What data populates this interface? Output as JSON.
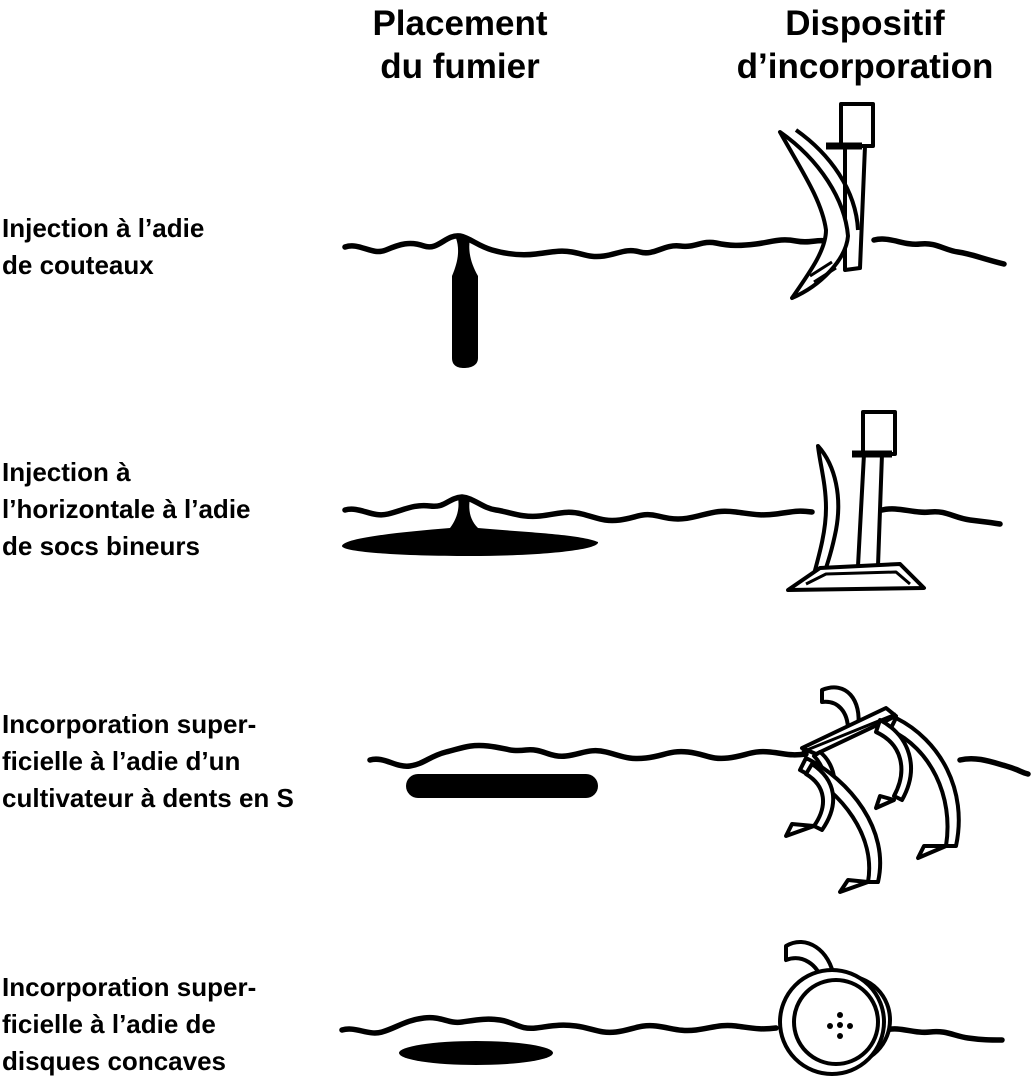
{
  "headers": {
    "placement": [
      "Placement",
      "du fumier"
    ],
    "device": [
      "Dispositif",
      "d’incorporation"
    ]
  },
  "rows": [
    {
      "label": [
        "Injection à l’adie",
        "de couteaux"
      ],
      "manure_icon": "vertical-slot-deposit",
      "device_icon": "knife-shank-icon"
    },
    {
      "label": [
        "Injection à",
        "l’horizontale à l’adie",
        "de socs bineurs"
      ],
      "manure_icon": "horizontal-sweep-deposit",
      "device_icon": "sweep-shank-icon"
    },
    {
      "label": [
        "Incorporation super-",
        "ficielle à l’adie d’un",
        "cultivateur à dents en S"
      ],
      "manure_icon": "shallow-band-deposit",
      "device_icon": "s-tine-cultivator-icon"
    },
    {
      "label": [
        "Incorporation super-",
        "ficielle à l’adie de",
        "disques concaves"
      ],
      "manure_icon": "shallow-oval-deposit",
      "device_icon": "concave-disc-icon"
    }
  ],
  "colors": {
    "ink": "#000000",
    "paper": "#ffffff"
  }
}
